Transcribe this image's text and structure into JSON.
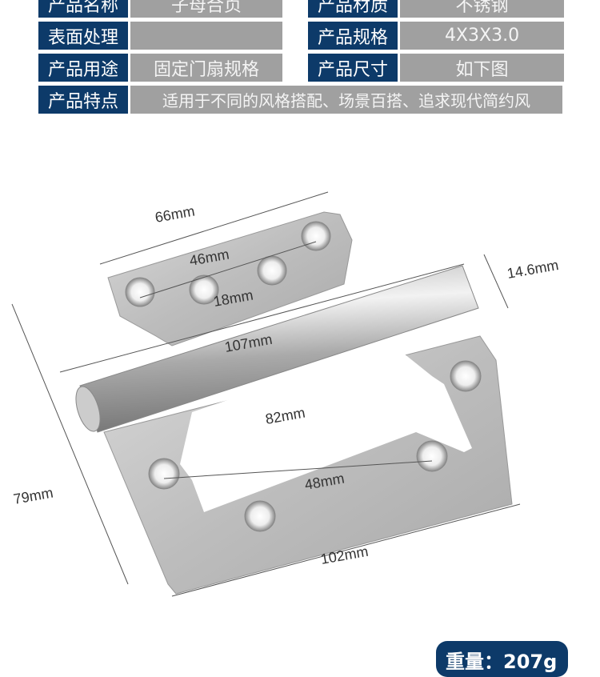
{
  "specs": [
    {
      "label": "产品名称",
      "value": "子母合页",
      "label2": "产品材质",
      "value2": "不锈钢"
    },
    {
      "label": "表面处理",
      "value": "",
      "label2": "产品规格",
      "value2": "4X3X3.0"
    },
    {
      "label": "产品用途",
      "value": "固定门扇规格",
      "label2": "产品尺寸",
      "value2": "如下图"
    }
  ],
  "feature": {
    "label": "产品特点",
    "value": "适用于不同的风格搭配、场景百搭、追求现代简约风"
  },
  "dimensions": {
    "d66": "66mm",
    "d46": "46mm",
    "d18": "18mm",
    "d107": "107mm",
    "d14": "14.6mm",
    "d79": "79mm",
    "d82": "82mm",
    "d48": "48mm",
    "d102": "102mm"
  },
  "weight": "重量：207g",
  "colors": {
    "label_bg": "#0d3a69",
    "value_bg": "#a0a0a0"
  }
}
